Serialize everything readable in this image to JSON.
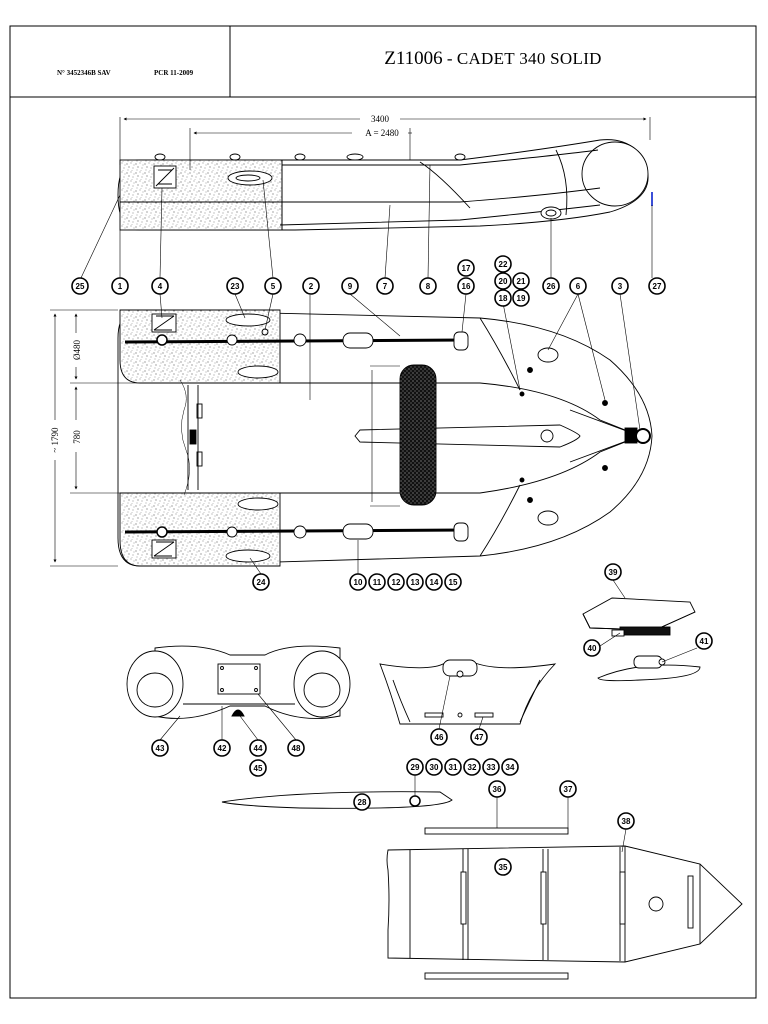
{
  "header": {
    "ref_number": "N° 3452346B SAV",
    "ref_date": "PCR 11-2009",
    "code": "Z11006",
    "separator": "-",
    "model": "CADET 340 SOLID"
  },
  "dimensions": {
    "overall_length": "3400",
    "a_length": "A = 2480",
    "tube_diameter": "Ø480",
    "overall_width": "~ 1790",
    "inner_width": "780"
  },
  "callouts": [
    "1",
    "2",
    "3",
    "4",
    "5",
    "6",
    "7",
    "8",
    "9",
    "10",
    "11",
    "12",
    "13",
    "14",
    "15",
    "16",
    "17",
    "18",
    "19",
    "20",
    "21",
    "22",
    "23",
    "24",
    "25",
    "26",
    "27",
    "28",
    "29",
    "30",
    "31",
    "32",
    "33",
    "34",
    "35",
    "36",
    "37",
    "38",
    "39",
    "40",
    "41",
    "42",
    "43",
    "44",
    "45",
    "46",
    "47",
    "48"
  ],
  "colors": {
    "line": "#000000",
    "valve_accent": "#3b4fd8",
    "background": "#ffffff"
  }
}
